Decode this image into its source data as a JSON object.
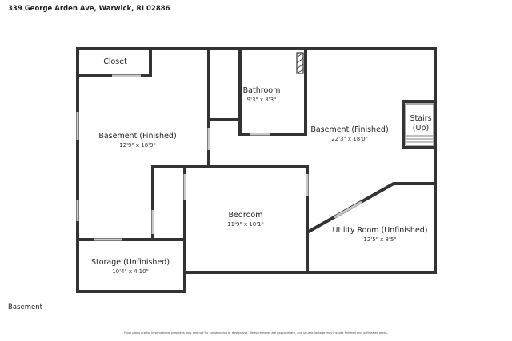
{
  "header": {
    "address": "339 George Arden Ave, Warwick, RI 02886"
  },
  "floor": {
    "label": "Basement"
  },
  "footer": {
    "disclaimer": "Floor plans are for informational purposes only and not for construction or design use. Measurements are approximate, and square footage may include finished and unfinished areas."
  },
  "rooms": {
    "closet": {
      "name": "Closet"
    },
    "basement_left": {
      "name": "Basement (Finished)",
      "dims": "12'9\" x 18'9\""
    },
    "bathroom": {
      "name": "Bathroom",
      "dims": "9'3\" x 8'3\""
    },
    "basement_right": {
      "name": "Basement (Finished)",
      "dims": "22'3\" x 18'0\""
    },
    "stairs": {
      "name_line1": "Stairs",
      "name_line2": "(Up)"
    },
    "bedroom": {
      "name": "Bedroom",
      "dims": "11'9\" x 10'1\""
    },
    "utility": {
      "name": "Utility Room (Unfinished)",
      "dims": "12'5\" x 8'5\""
    },
    "storage": {
      "name": "Storage (Unfinished)",
      "dims": "10'4\" x 4'10\""
    }
  },
  "colors": {
    "wall": "#333333",
    "window": "#c8c8c8",
    "background": "#ffffff"
  }
}
